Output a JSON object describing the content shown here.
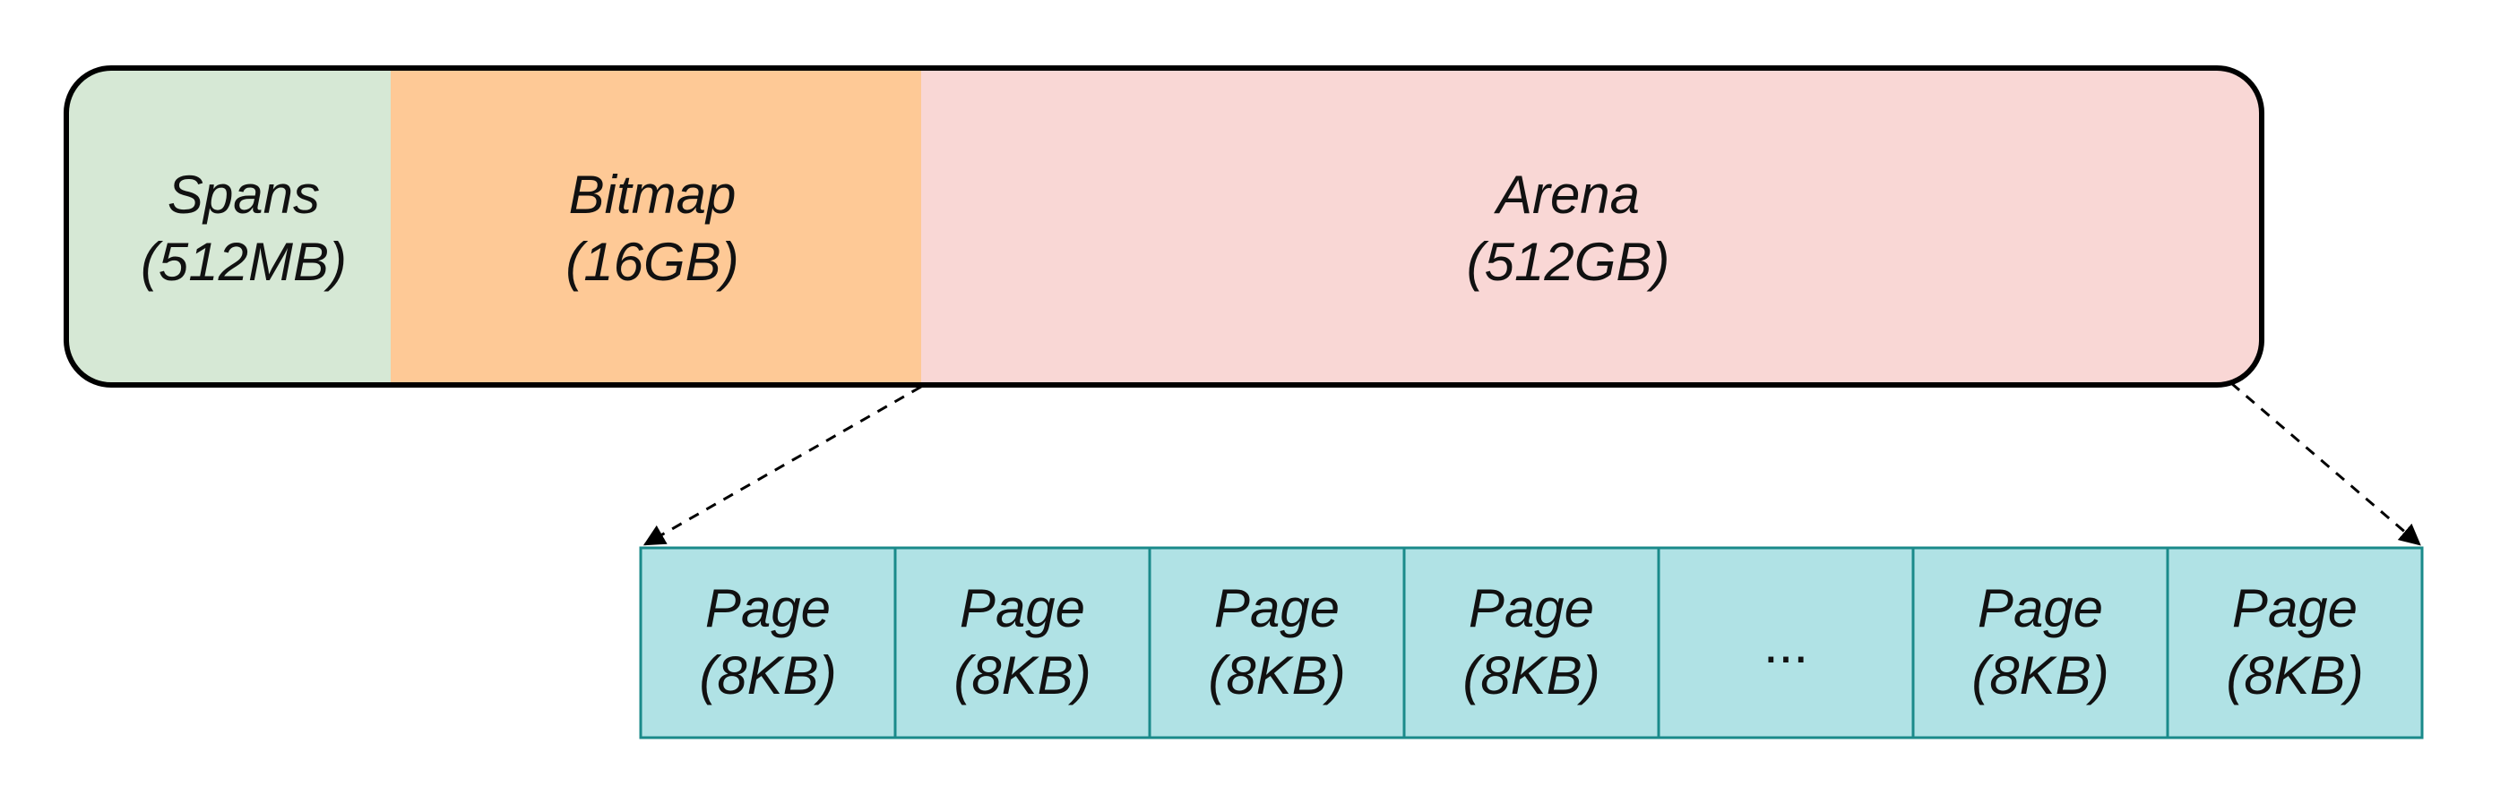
{
  "memory_layout": {
    "segments": [
      {
        "name": "Spans",
        "size": "(512MB)",
        "color": "#d6e8d5"
      },
      {
        "name": "Bitmap",
        "size": "(16GB)",
        "color": "#fec996"
      },
      {
        "name": "Arena",
        "size": "(512GB)",
        "color": "#f9d7d5"
      }
    ],
    "border_color": "#000000"
  },
  "arena_pages": {
    "cells": [
      {
        "name": "Page",
        "size": "(8KB)"
      },
      {
        "name": "Page",
        "size": "(8KB)"
      },
      {
        "name": "Page",
        "size": "(8KB)"
      },
      {
        "name": "Page",
        "size": "(8KB)"
      },
      {
        "ellipsis": "..."
      },
      {
        "name": "Page",
        "size": "(8KB)"
      },
      {
        "name": "Page",
        "size": "(8KB)"
      }
    ],
    "fill_color": "#b0e2e5",
    "border_color": "#1a8a8a"
  }
}
